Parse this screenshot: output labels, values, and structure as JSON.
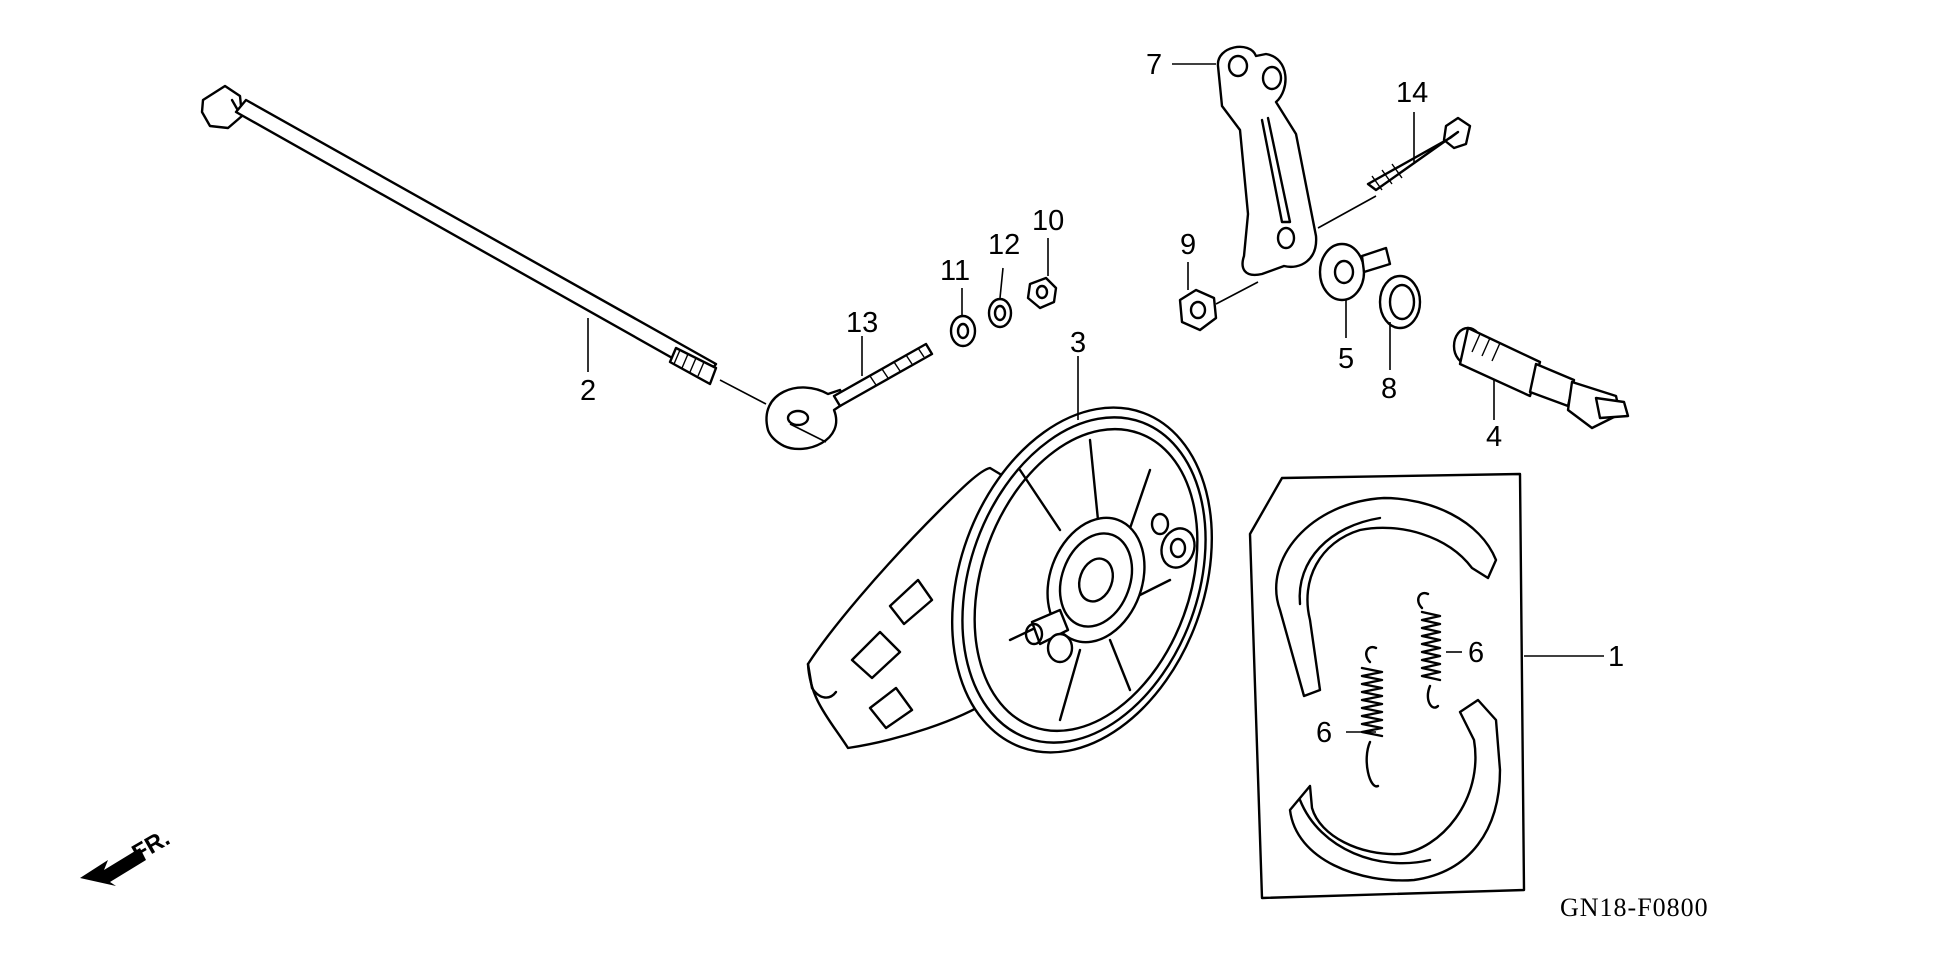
{
  "diagram": {
    "callouts": {
      "p1": "1",
      "p2": "2",
      "p3": "3",
      "p4": "4",
      "p5": "5",
      "p6a": "6",
      "p6b": "6",
      "p7": "7",
      "p8": "8",
      "p9": "9",
      "p10": "10",
      "p11": "11",
      "p12": "12",
      "p13": "13",
      "p14": "14"
    },
    "figure_code": "GN18-F0800",
    "front_indicator": "FR."
  }
}
